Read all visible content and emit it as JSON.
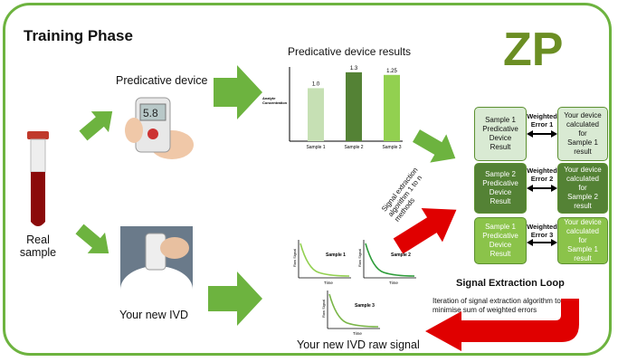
{
  "title": "Training Phase",
  "logo_text": "ZP",
  "labels": {
    "predicative_device": "Predicative device",
    "real_sample": "Real\nsample",
    "your_new_ivd": "Your new IVD",
    "device_results": "Predicative device results",
    "raw_signal": "Your new IVD raw signal",
    "signal_loop": "Signal Extraction Loop",
    "loop_desc": "Iteration of signal extraction algorithm to\nminimise sum of weighted errors",
    "rotated_note": "Signal extraction\nalgorithm 1 to n\nmethods"
  },
  "chart_data": {
    "type": "bar",
    "categories": [
      "Sample 1",
      "Sample 2",
      "Sample 3"
    ],
    "values": [
      1.0,
      1.3,
      1.25
    ],
    "value_labels": [
      "1.0",
      "1.3",
      "1.25"
    ],
    "ylabel": "Analyte Concentration",
    "colors": [
      "#c6e0b4",
      "#548235",
      "#92d050"
    ]
  },
  "raw_plots": [
    {
      "label": "Sample 1",
      "xlabel": "Time",
      "ylabel": "Raw Signal",
      "color": "#92d050"
    },
    {
      "label": "Sample 2",
      "xlabel": "Time",
      "ylabel": "Raw Signal",
      "color": "#2e9c3a"
    },
    {
      "label": "Sample 3",
      "xlabel": "Time",
      "ylabel": "Raw Signal",
      "color": "#7ab648"
    }
  ],
  "rows": [
    {
      "left": "Sample 1\nPredicative\nDevice\nResult",
      "weight": "Weighted\nError 1",
      "right": "Your device\ncalculated\nfor\nSample 1\nresult",
      "left_color": "#d9ead3",
      "right_color": "#d9ead3",
      "left_text": "#111111",
      "right_text": "#111111"
    },
    {
      "left": "Sample 2\nPredicative\nDevice\nResult",
      "weight": "Weighted\nError 2",
      "right": "Your device\ncalculated\nfor\nSample 2\nresult",
      "left_color": "#548235",
      "right_color": "#548235",
      "left_text": "#ffffff",
      "right_text": "#ffffff"
    },
    {
      "left": "Sample 1\nPredicative\nDevice\nResult",
      "weight": "Weighted\nError 3",
      "right": "Your device\ncalculated\nfor\nSample 1\nresult",
      "left_color": "#8bc34a",
      "right_color": "#8bc34a",
      "left_text": "#ffffff",
      "right_text": "#ffffff"
    }
  ]
}
